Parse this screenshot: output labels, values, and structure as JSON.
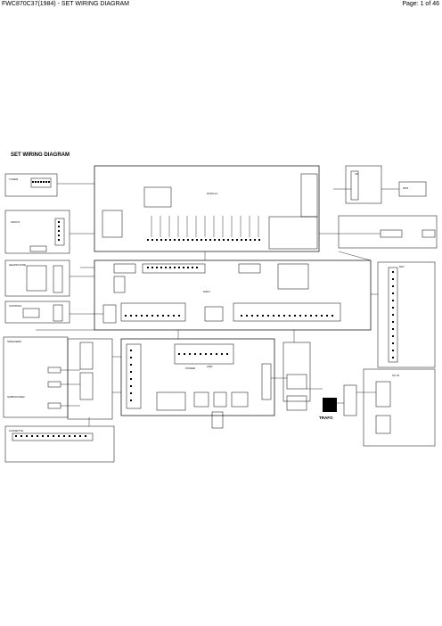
{
  "header": {
    "doc_title": "FWC870C37(1984) -  SET WIRING DIAGRAM",
    "page": "Page: 1 of 46"
  },
  "diagram": {
    "title": "SET WIRING DIAGRAM",
    "labels": {
      "trafo": "TRAFO",
      "tuner": "TUNER",
      "front": "FRONT",
      "cd": "CD",
      "mp3": "MP3",
      "ac_inlet": "AC IN",
      "speakers": "SPEAKERS",
      "power": "POWER",
      "main": "MAIN",
      "amp": "AMP",
      "display": "DISPLAY",
      "key": "KEY",
      "subwoofer": "SUBWOOFER",
      "headphone": "HEADPHONE",
      "cassette": "CASSETTE",
      "control": "CONTROL"
    }
  }
}
